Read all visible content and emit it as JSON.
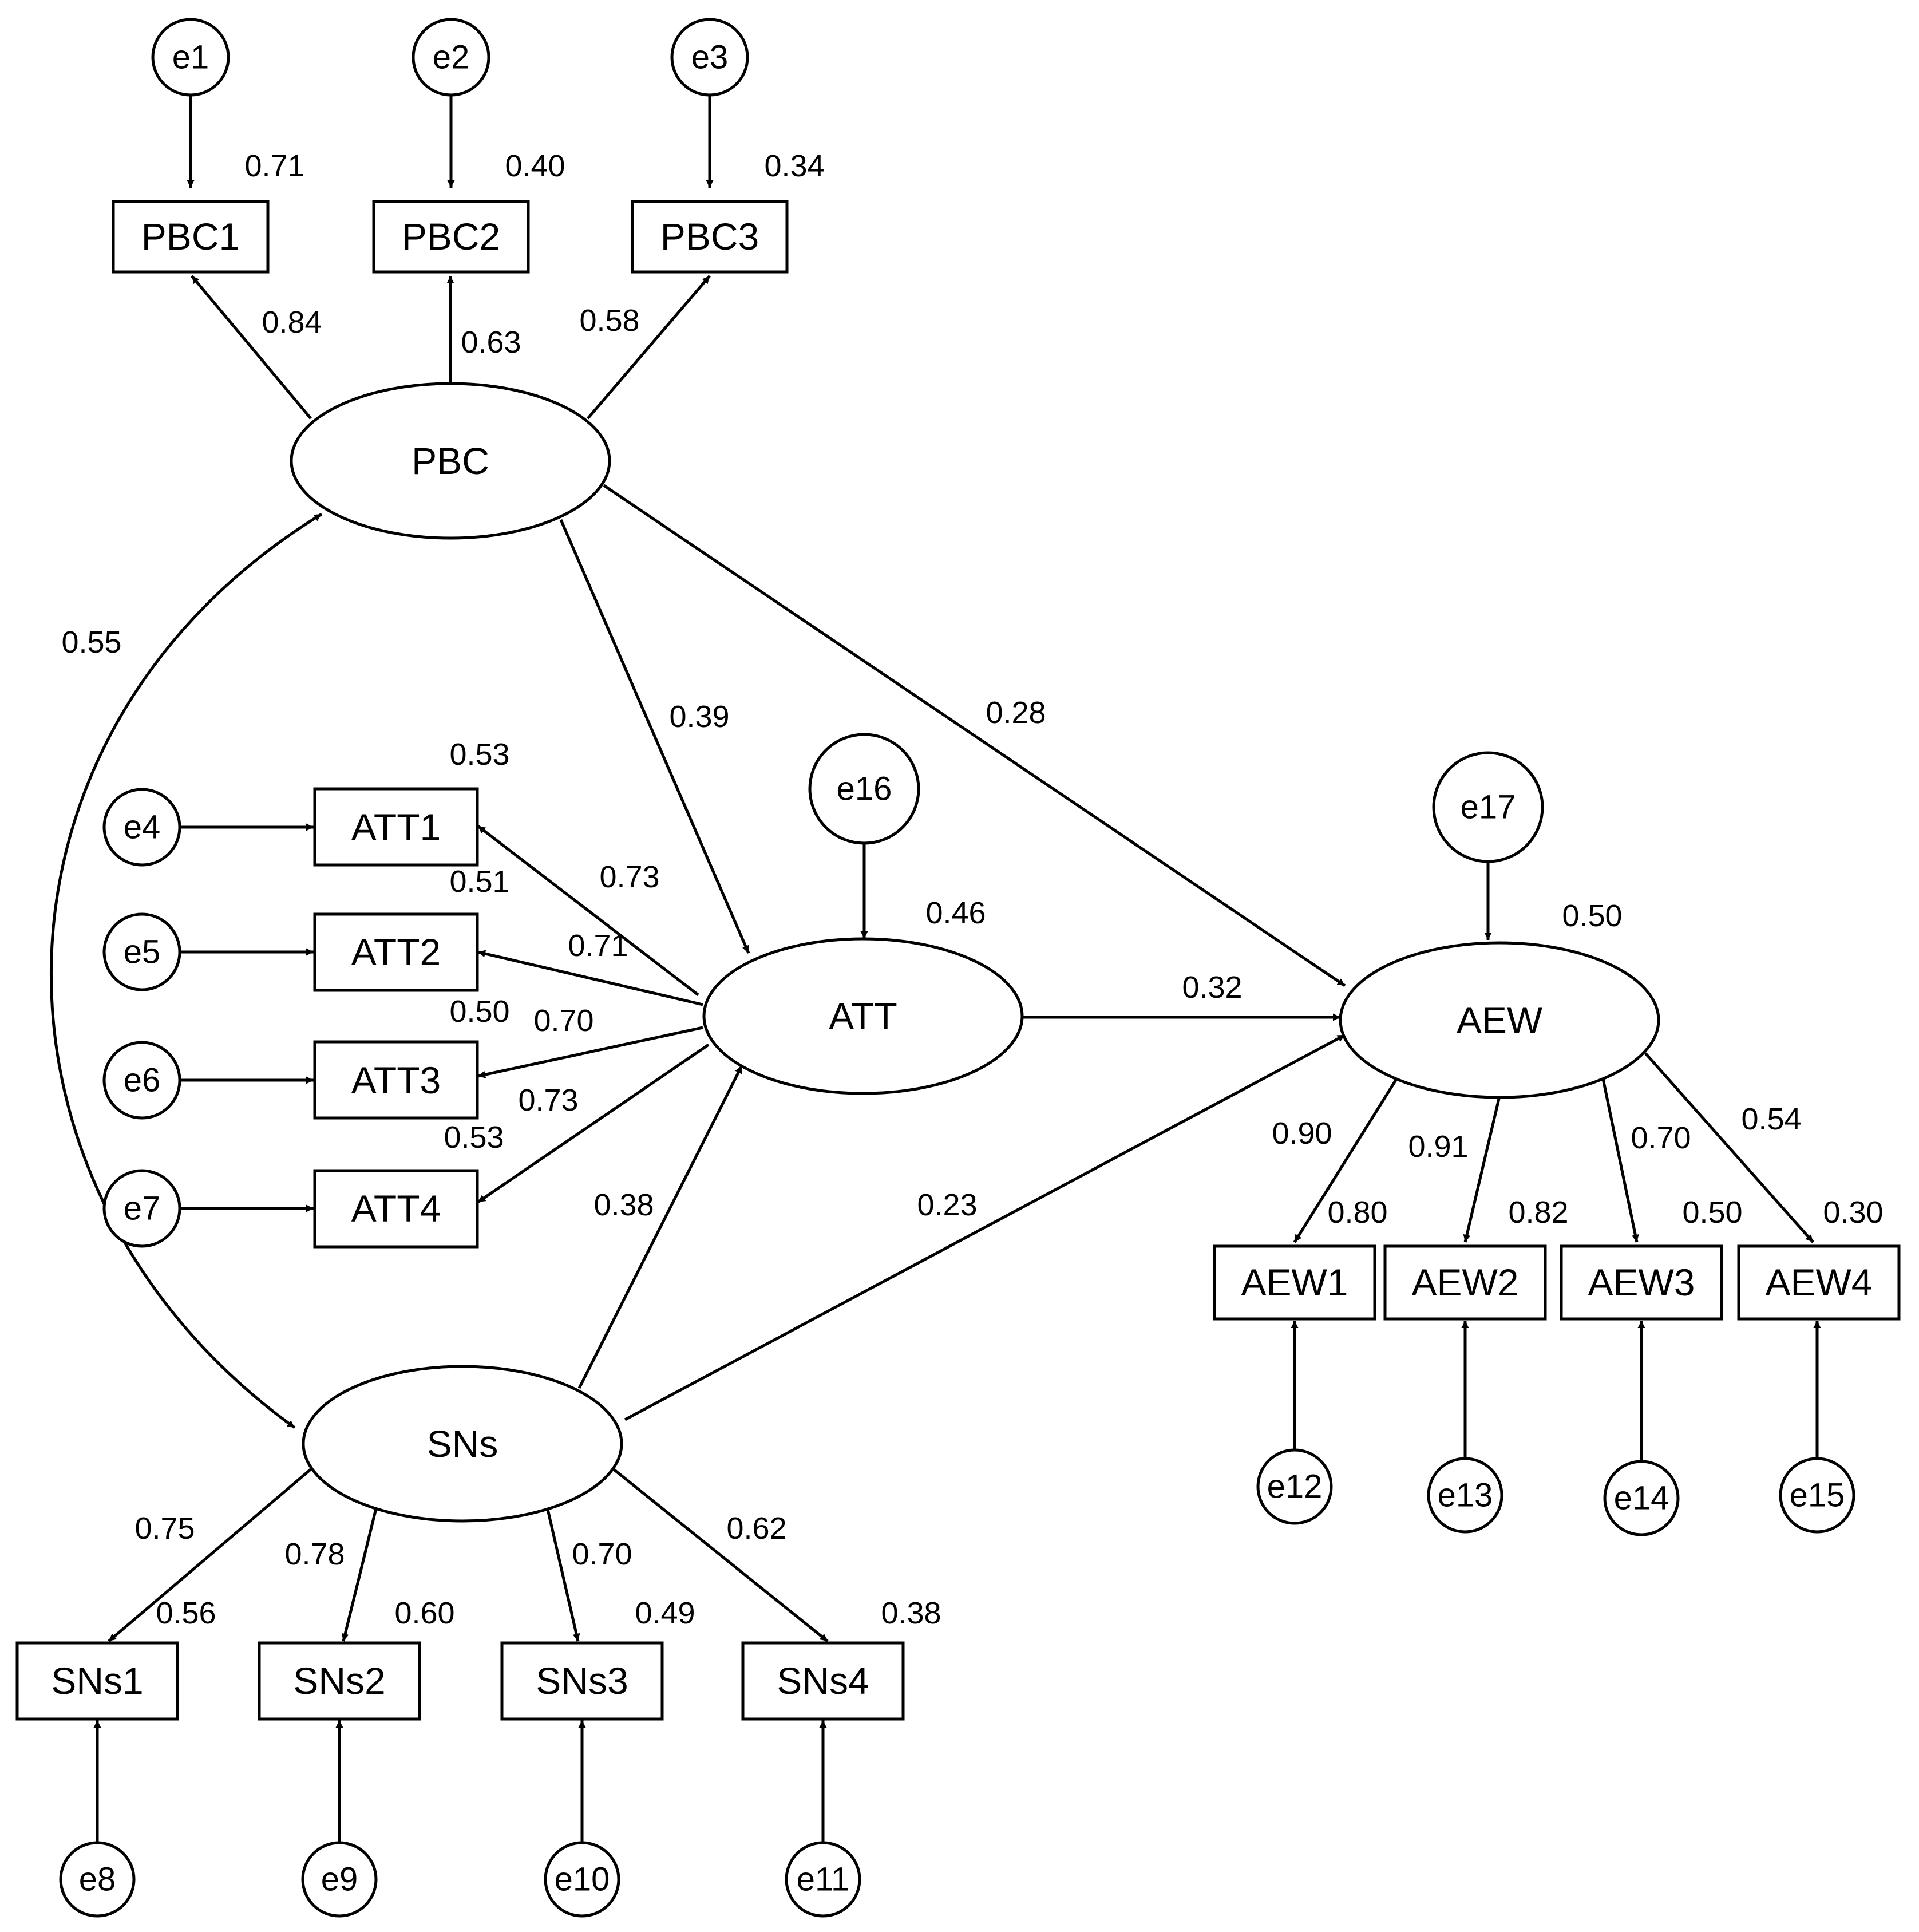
{
  "latents": {
    "PBC": "PBC",
    "ATT": "ATT",
    "AEW": "AEW",
    "SNs": "SNs"
  },
  "indicators": {
    "PBC1": "PBC1",
    "PBC2": "PBC2",
    "PBC3": "PBC3",
    "ATT1": "ATT1",
    "ATT2": "ATT2",
    "ATT3": "ATT3",
    "ATT4": "ATT4",
    "AEW1": "AEW1",
    "AEW2": "AEW2",
    "AEW3": "AEW3",
    "AEW4": "AEW4",
    "SNs1": "SNs1",
    "SNs2": "SNs2",
    "SNs3": "SNs3",
    "SNs4": "SNs4"
  },
  "errors": {
    "e1": "e1",
    "e2": "e2",
    "e3": "e3",
    "e4": "e4",
    "e5": "e5",
    "e6": "e6",
    "e7": "e7",
    "e8": "e8",
    "e9": "e9",
    "e10": "e10",
    "e11": "e11",
    "e12": "e12",
    "e13": "e13",
    "e14": "e14",
    "e15": "e15",
    "e16": "e16",
    "e17": "e17"
  },
  "loadings": {
    "PBC_PBC1": "0.84",
    "PBC_PBC2": "0.63",
    "PBC_PBC3": "0.58",
    "ATT_ATT1": "0.73",
    "ATT_ATT2": "0.71",
    "ATT_ATT3": "0.70",
    "ATT_ATT4": "0.73",
    "AEW_AEW1": "0.90",
    "AEW_AEW2": "0.91",
    "AEW_AEW3": "0.70",
    "AEW_AEW4": "0.54",
    "SNs_SNs1": "0.75",
    "SNs_SNs2": "0.78",
    "SNs_SNs3": "0.70",
    "SNs_SNs4": "0.62"
  },
  "r_squared": {
    "PBC1": "0.71",
    "PBC2": "0.40",
    "PBC3": "0.34",
    "ATT1": "0.53",
    "ATT2": "0.51",
    "ATT3": "0.50",
    "ATT4": "0.53",
    "AEW1": "0.80",
    "AEW2": "0.82",
    "AEW3": "0.50",
    "AEW4": "0.30",
    "SNs1": "0.56",
    "SNs2": "0.60",
    "SNs3": "0.49",
    "SNs4": "0.38",
    "ATT": "0.46",
    "AEW": "0.50"
  },
  "paths": {
    "PBC_ATT": "0.39",
    "PBC_AEW": "0.28",
    "ATT_AEW": "0.32",
    "SNs_ATT": "0.38",
    "SNs_AEW": "0.23"
  },
  "correlations": {
    "PBC_SNs": "0.55"
  }
}
